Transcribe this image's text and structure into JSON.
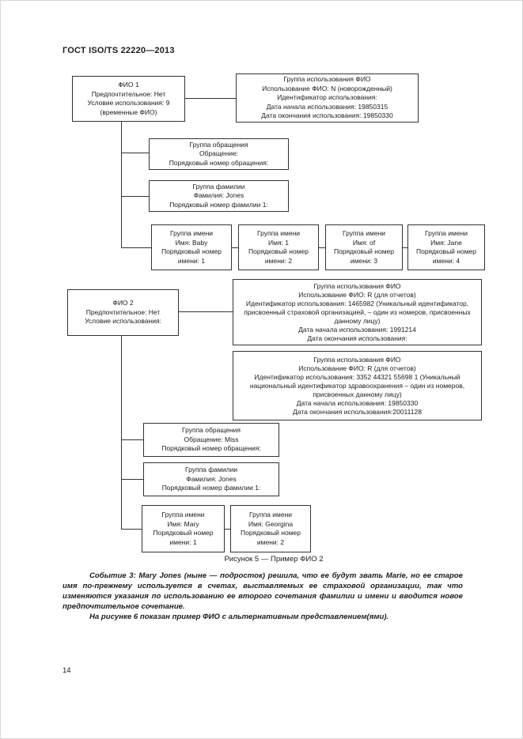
{
  "page": {
    "header": "ГОСТ ISO/TS 22220—2013",
    "caption": "Рисунок 5 — Пример ФИО 2",
    "paragraphs": [
      "Событие 3: Mary Jones (ныне — подросток) решила, что ее будут звать Marie, но ее старое имя по-прежнему используется в счетах, выставляемых ее страховой организации, так что изменяются указания по использованию ее второго сочетания фамилии и имени и вводится новое предпочтительное сочетание.",
      "На рисунке 6 показан пример ФИО с альтернативным представлением(ями)."
    ],
    "page_number": "14"
  },
  "diagram": {
    "fio1": {
      "root": "ФИО 1\nПредпочтительное: Нет\nУсловие использования: 9\n(временные ФИО)",
      "usage": "Группа использования ФИО\nИспользование ФИО: N (новорожденный)\nИдентификатор использования:\nДата начала использования: 19850315\nДата окончания использования: 19850330",
      "salutation": "Группа обращения\nОбращение:\nПорядковый номер обращения:",
      "family": "Группа фамилии\nФамилия: Jones\nПорядковый номер фамилии 1:",
      "names": [
        "Группа имени\nИмя: Baby\nПорядковый номер\nимени: 1",
        "Группа имени\nИмя: 1\nПорядковый номер\nимени: 2",
        "Группа имени\nИмя: of\nПорядковый номер\nимени: 3",
        "Группа имени\nИмя: Jane\nПорядковый номер\nимени: 4"
      ]
    },
    "fio2": {
      "root": "ФИО 2\nПредпочтительное: Нет\nУсловие использования:",
      "usage1": "Группа использования ФИО\nИспользование ФИО: R (для отчетов)\nИдентификатор использования: 1465982 (Уникальный идентификатор, присвоенный страховой организацией, – один из номеров, присвоенных данному лицу)\nДата начала использования: 1991214\nДата окончания использования:",
      "usage2": "Группа использования ФИО\nИспользование ФИО: R (для отчетов)\nИдентификатор использования: 3352 44321 55698 1 (Уникальный национальный идентификатор здравоохранения – один из номеров, присвоенных данному лицу)\nДата начала использования: 19850330\nДата окончания использования:20011128",
      "salutation": "Группа обращения\nОбращение: Miss\nПорядковый номер обращения:",
      "family": "Группа фамилии\nФамилия: Jones\nПорядковый номер фамилии 1:",
      "names": [
        "Группа имени\nИмя: Mary\nПорядковый номер\nимени: 1",
        "Группа имени\nИмя: Georgina\nПорядковый номер\nимени: 2"
      ]
    }
  }
}
